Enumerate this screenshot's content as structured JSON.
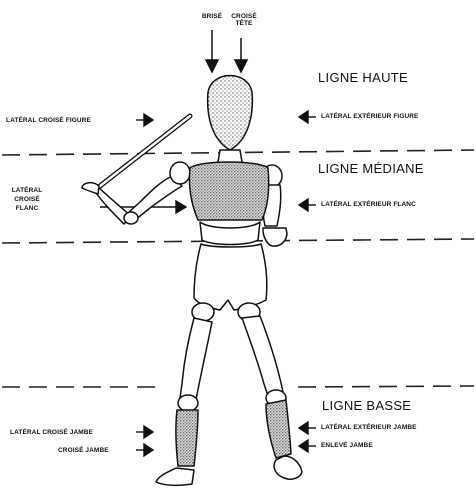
{
  "top_labels": {
    "brise": "BRISÉ",
    "croise_tete_line1": "CROISÉ",
    "croise_tete_line2": "TÊTE"
  },
  "zones": {
    "haute": "LIGNE HAUTE",
    "mediane": "LIGNE MÉDIANE",
    "basse": "LIGNE BASSE"
  },
  "left_labels": {
    "lateral_croise_figure": "LATÉRAL CROISÉ FIGURE",
    "lateral_croise_flanc_1": "LATÉRAL",
    "lateral_croise_flanc_2": "CROISÉ",
    "lateral_croise_flanc_3": "FLANC",
    "lateral_croise_jambe": "LATÉRAL CROISÉ JAMBE",
    "croise_jambe": "CROISÉ JAMBE"
  },
  "right_labels": {
    "lateral_exterieur_figure": "LATÉRAL EXTÉRIEUR FIGURE",
    "lateral_exterieur_flanc": "LATÉRAL EXTÉRIEUR FLANC",
    "lateral_exterieur_jambe": "LATÉRAL EXTÉRIEUR JAMBE",
    "enleve_jambe": "ENLEVÉ JAMBE"
  }
}
